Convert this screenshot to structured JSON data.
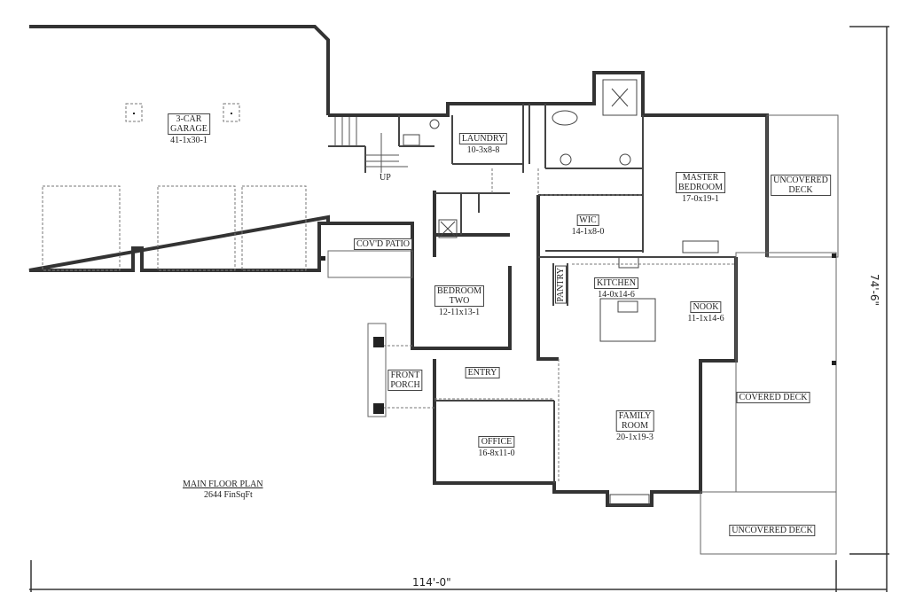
{
  "plan": {
    "title": "MAIN FLOOR PLAN",
    "area": "2644 FinSqFt",
    "overall_width": "114'-0\"",
    "overall_depth": "74'-6\""
  },
  "rooms": {
    "garage": {
      "name_line1": "3-CAR",
      "name_line2": "GARAGE",
      "dim": "41-1x30-1"
    },
    "laundry": {
      "name": "LAUNDRY",
      "dim": "10-3x8-8"
    },
    "master_bedroom": {
      "name_line1": "MASTER",
      "name_line2": "BEDROOM",
      "dim": "17-0x19-1"
    },
    "uncovered_deck_top": {
      "name_line1": "UNCOVERED",
      "name_line2": "DECK"
    },
    "wic": {
      "name": "WIC",
      "dim": "14-1x8-0"
    },
    "covd_patio": {
      "name": "COV'D PATIO"
    },
    "bedroom_two": {
      "name_line1": "BEDROOM",
      "name_line2": "TWO",
      "dim": "12-11x13-1"
    },
    "pantry": {
      "name": "PANTRY"
    },
    "kitchen": {
      "name": "KITCHEN",
      "dim": "14-0x14-6"
    },
    "nook": {
      "name": "NOOK",
      "dim": "11-1x14-6"
    },
    "front_porch": {
      "name_line1": "FRONT",
      "name_line2": "PORCH"
    },
    "entry": {
      "name": "ENTRY"
    },
    "covered_deck": {
      "name": "COVERED DECK"
    },
    "family_room": {
      "name_line1": "FAMILY",
      "name_line2": "ROOM",
      "dim": "20-1x19-3"
    },
    "office": {
      "name": "OFFICE",
      "dim": "16-8x11-0"
    },
    "uncovered_deck_bottom": {
      "name": "UNCOVERED DECK"
    }
  },
  "annotations": {
    "stairs_label": "UP"
  },
  "colors": {
    "wall": "#3a3a3a",
    "line": "#555555",
    "background": "#ffffff"
  }
}
